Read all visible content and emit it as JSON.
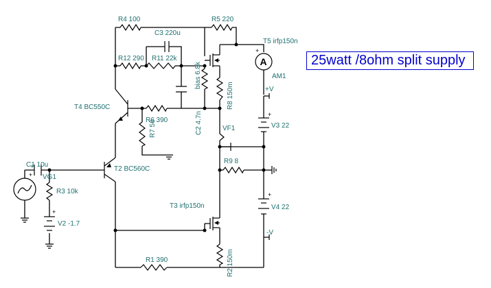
{
  "title": "25watt /8ohm split supply",
  "components": {
    "r4": "R4 100",
    "r5": "R5 220",
    "c3": "C3 220u",
    "t5": "T5 irfp150n",
    "r12": "R12 290",
    "r11": "R11 22k",
    "am1_symbol": "A",
    "am1": "AM1",
    "bias": "bias 6.8k",
    "r8": "R8 150m",
    "pos_v": "+V",
    "t4": "T4 BC550C",
    "r6": "R6 390",
    "r7": "R7 56",
    "c2": "C2 4.7n",
    "vf1": "VF1",
    "v3": "V3 22",
    "c1": "C1 10u",
    "vg1": "VG1",
    "t2": "T2 BC560C",
    "r9": "R9 8",
    "r3": "R3 10k",
    "t3": "T3 irfp150n",
    "v4": "V4 22",
    "v2": "V2 -1.7",
    "neg_v": "-V",
    "r1": "R1 390",
    "r2": "R2 150m"
  }
}
